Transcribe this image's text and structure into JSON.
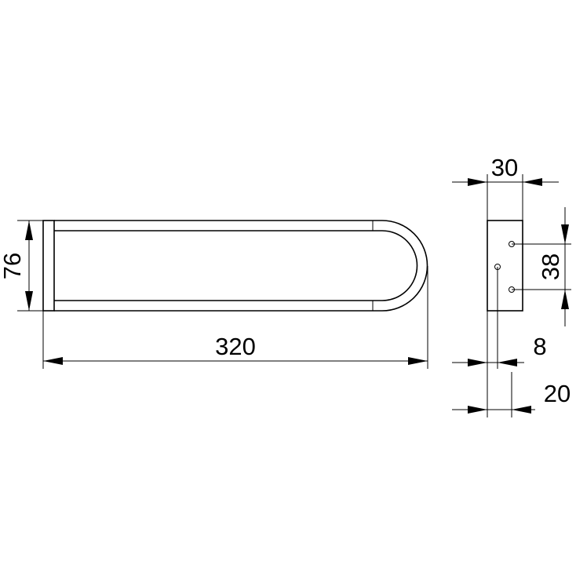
{
  "diagram": {
    "dimensions": {
      "height_label": "76",
      "length_label": "320",
      "depth_label": "30",
      "hole_spacing_label": "38",
      "hole_offset_label": "8",
      "mount_offset_label": "20"
    }
  },
  "colors": {
    "line": "#000000",
    "background": "#ffffff"
  }
}
